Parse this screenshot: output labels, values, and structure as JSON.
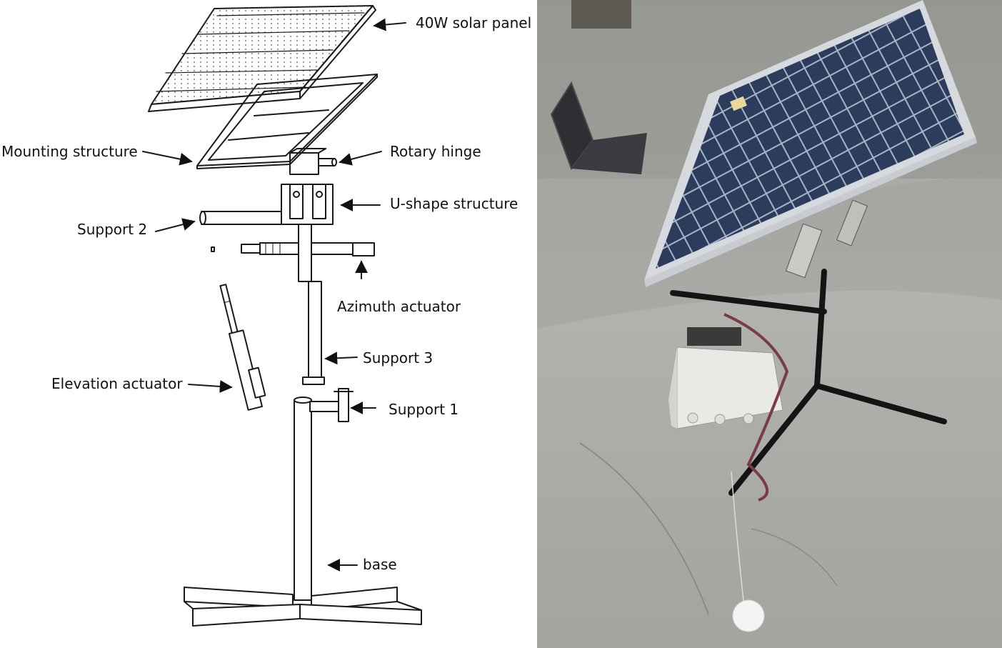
{
  "labels": {
    "solar_panel": "40W solar panel",
    "mounting_structure": "Mounting structure",
    "rotary_hinge": "Rotary hinge",
    "u_shape_structure": "U-shape structure",
    "support_2": "Support 2",
    "azimuth_actuator": "Azimuth actuator",
    "support_3": "Support 3",
    "elevation_actuator": "Elevation actuator",
    "support_1": "Support 1",
    "base": "base"
  },
  "colors": {
    "line": "#1a1a1a",
    "panel_cell": "#2b3c5c",
    "concrete": "#a9aaa5"
  }
}
